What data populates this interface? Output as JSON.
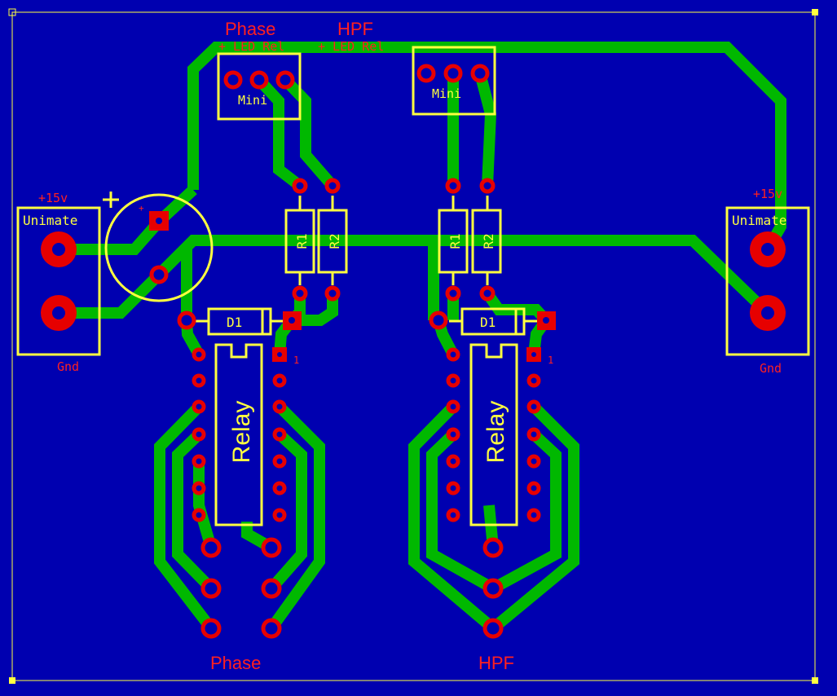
{
  "colors": {
    "background": "#0000b0",
    "trace": "#00b800",
    "pad": "#e60000",
    "pad_hole": "#0000b0",
    "silkscreen": "#ffff40",
    "label_red": "#ff2020",
    "board_outline": "#ffff40"
  },
  "top_labels": {
    "phase": "Phase",
    "hpf": "HPF",
    "led_rel_1": "+ LED Rel",
    "led_rel_2": "+ LED Rel"
  },
  "connectors": {
    "left": {
      "name": "Unimate",
      "top_label": "+15v",
      "bottom_label": "Gnd"
    },
    "right": {
      "name": "Unimate",
      "top_label": "+15v",
      "bottom_label": "Gnd"
    },
    "mini_1": "Mini",
    "mini_2": "Mini"
  },
  "capacitor": {
    "polarity": "+",
    "pin_mark": "+"
  },
  "components": {
    "r1_a": "R1",
    "r2_a": "R2",
    "r1_b": "R1",
    "r2_b": "R2",
    "d1_a": "D1",
    "d1_b": "D1",
    "relay_a": "Relay",
    "relay_b": "Relay",
    "pin1_a": "1",
    "pin1_b": "1"
  },
  "bottom_labels": {
    "phase": "Phase",
    "hpf": "HPF"
  }
}
